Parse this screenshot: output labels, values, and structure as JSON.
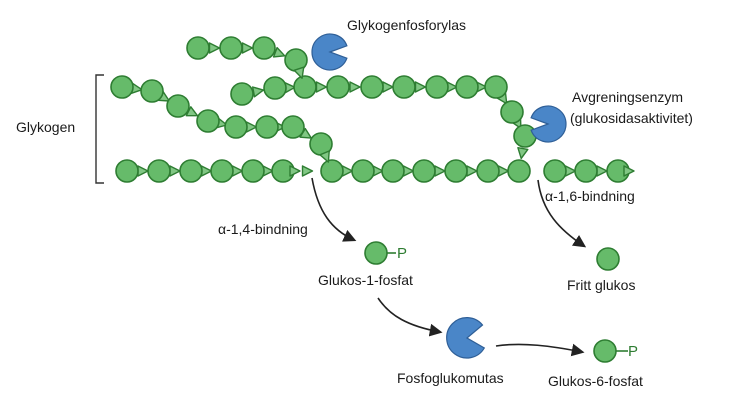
{
  "labels": {
    "glycogen": "Glykogen",
    "phosphorylase": "Glykogenfosforylas",
    "debranching_line1": "Avgreningsenzym",
    "debranching_line2": "(glukosidasaktivitet)",
    "alpha14": "α-1,4-bindning",
    "alpha16": "α-1,6-bindning",
    "g1p": "Glukos-1-fosfat",
    "free_glucose": "Fritt glukos",
    "mutase": "Fosfoglukomutas",
    "g6p": "Glukos-6-fosfat",
    "phosphate": "P"
  },
  "icons": {
    "glucose_unit": "green-circle",
    "enzyme": "blue-pacman",
    "bond": "green-triangle"
  },
  "colors": {
    "glucose_fill": "#66bb6a",
    "glucose_stroke": "#2e7d32",
    "enzyme_fill": "#4a86c8",
    "text": "#1a1a1a"
  }
}
